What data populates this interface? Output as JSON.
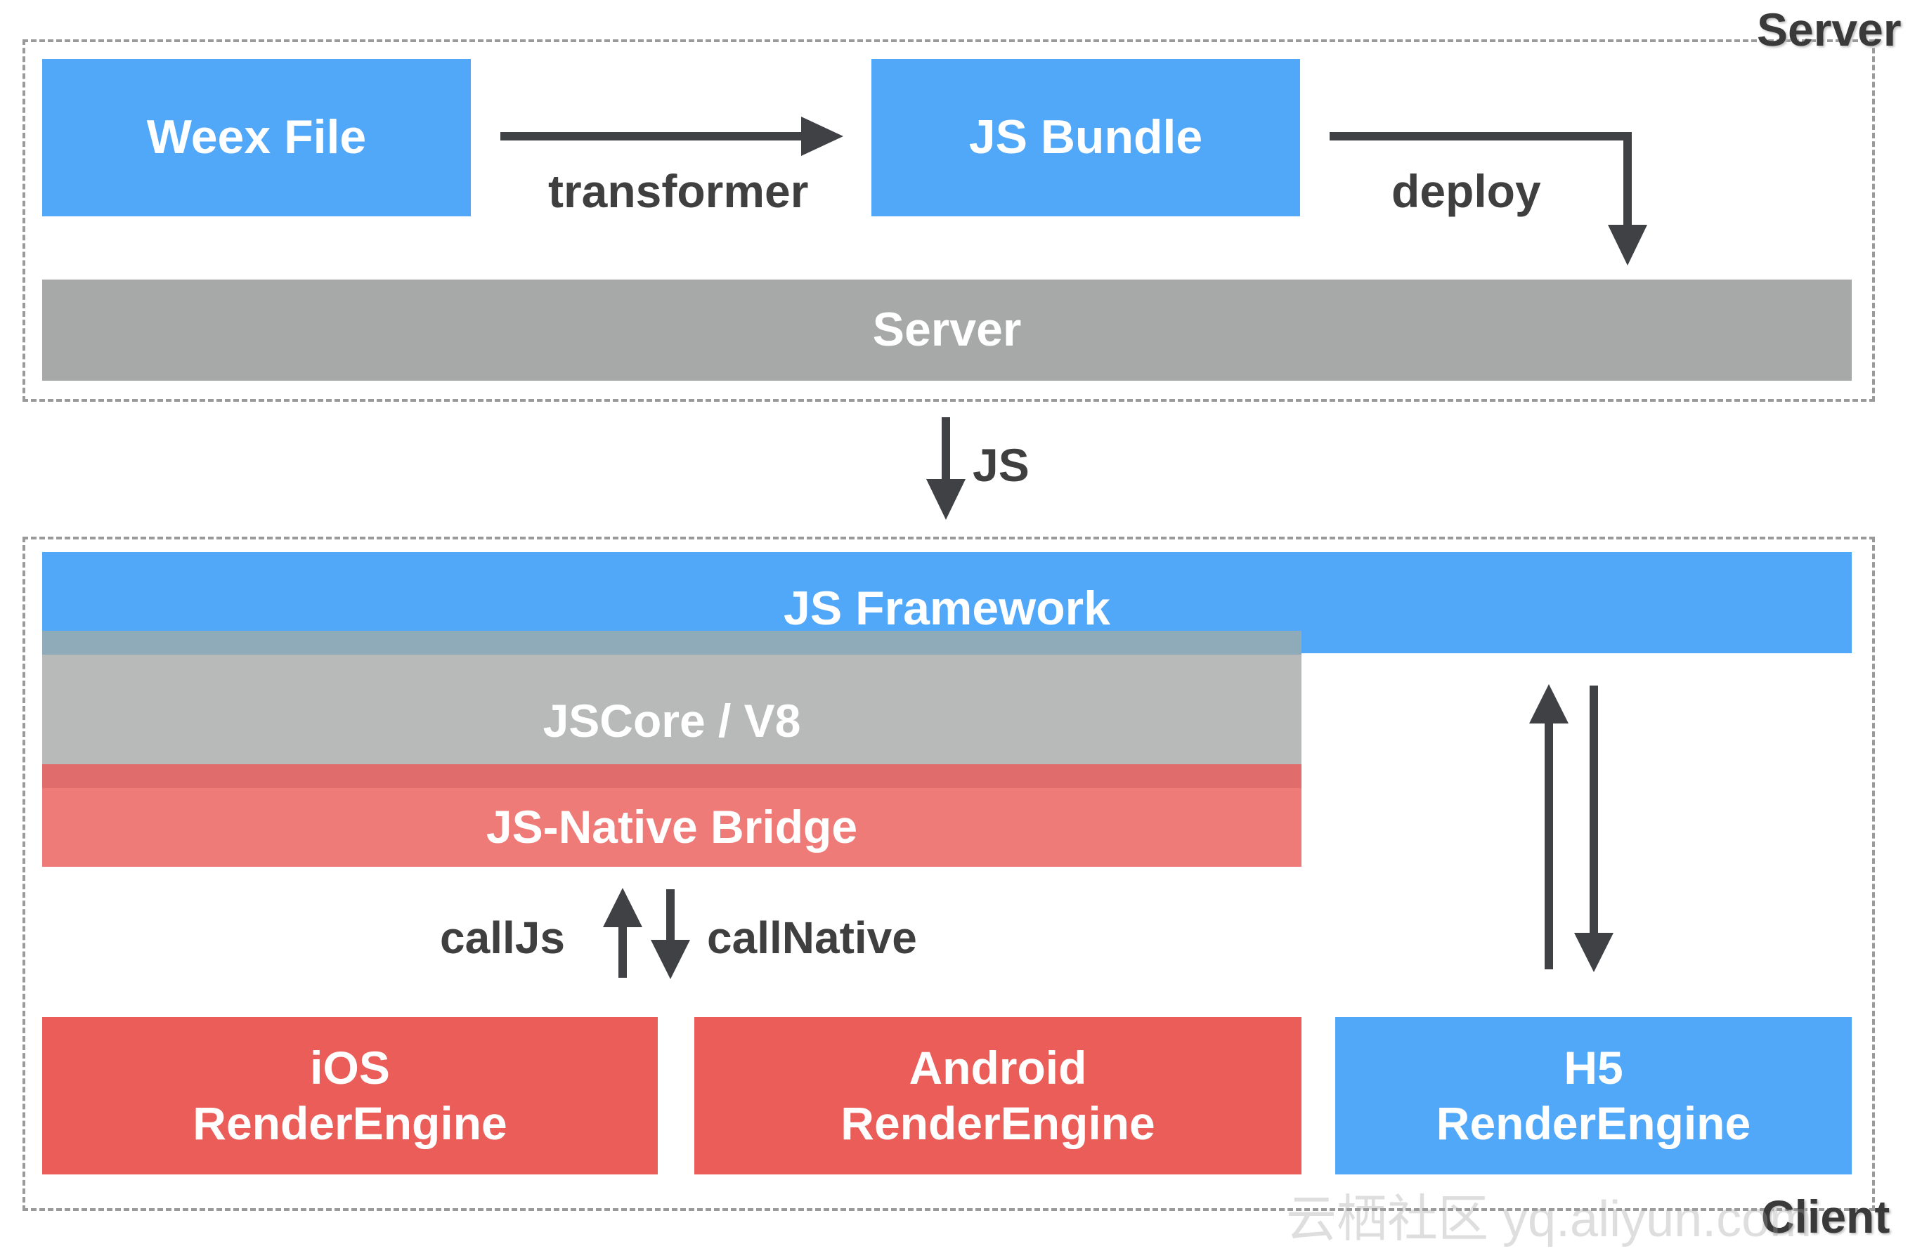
{
  "zones": {
    "server_label": "Server",
    "client_label": "Client"
  },
  "boxes": {
    "weex_file": "Weex File",
    "js_bundle": "JS Bundle",
    "server": "Server",
    "js_framework": "JS Framework",
    "jscore": "JSCore / V8",
    "bridge": "JS-Native Bridge",
    "ios": {
      "line1": "iOS",
      "line2": "RenderEngine"
    },
    "android": {
      "line1": "Android",
      "line2": "RenderEngine"
    },
    "h5": {
      "line1": "H5",
      "line2": "RenderEngine"
    }
  },
  "arrows": {
    "transformer": "transformer",
    "deploy": "deploy",
    "js": "JS",
    "call_js": "callJs",
    "call_native": "callNative"
  },
  "watermark": "云栖社区 yq.aliyun.com",
  "colors": {
    "blue": "#52a8f8",
    "gray": "#a6a9a7",
    "light_gray": "#b8bab9",
    "pink": "#ee7b77",
    "red": "#ea5d58",
    "arrow": "#3f4144",
    "text_dark": "#3f3f3f"
  }
}
